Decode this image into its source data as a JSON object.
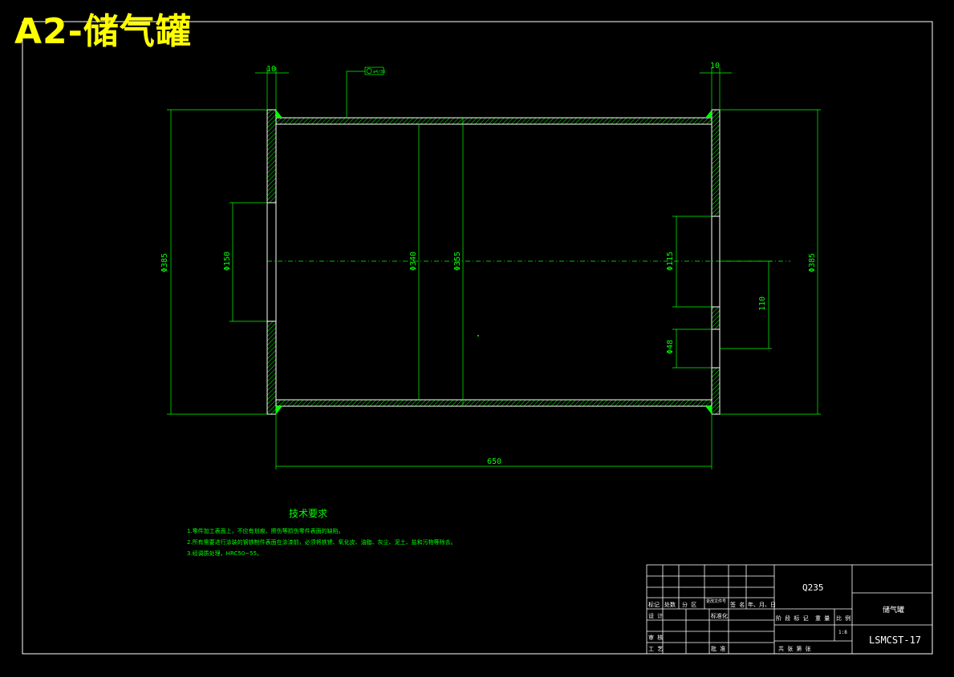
{
  "title": "A2-储气罐",
  "dimensions": {
    "top_left": "10",
    "top_right": "10",
    "flange_outer_left": "Φ385",
    "port_left": "Φ150",
    "shell_inner": "Φ340",
    "shell_outer": "Φ355",
    "port_right_large": "Φ115",
    "port_right_offset": "110",
    "port_right_small": "Φ48",
    "flange_outer_right": "Φ385",
    "length": "650"
  },
  "weld_symbol": "⌀4/38",
  "tech_requirements": {
    "heading": "技术要求",
    "items": [
      "1.零件加工表面上，不应有划痕、擦伤等损伤零件表面的缺陷。",
      "2.所有需要进行涂装的钢铁制件表面在涂漆前，必须将铁锈、氧化皮、油脂、灰尘、泥土、盐和污物等除去。",
      "3.经调质处理，HRC50~55。"
    ]
  },
  "title_block": {
    "material": "Q235",
    "part_name": "储气罐",
    "drawing_no": "LSMCST-17",
    "scale": "1:8",
    "header_labels": [
      "标记",
      "处数",
      "分 区",
      "更改文件号",
      "签 名",
      "年、月、日"
    ],
    "label_design": "设 计",
    "label_standard": "标准化",
    "label_stage": "阶 段 标 记",
    "label_weight": "重 量",
    "label_ratio": "比 例",
    "label_review": "审 核",
    "label_process": "工 艺",
    "label_approve": "批 准",
    "label_sheets": "共   张   第   张"
  }
}
